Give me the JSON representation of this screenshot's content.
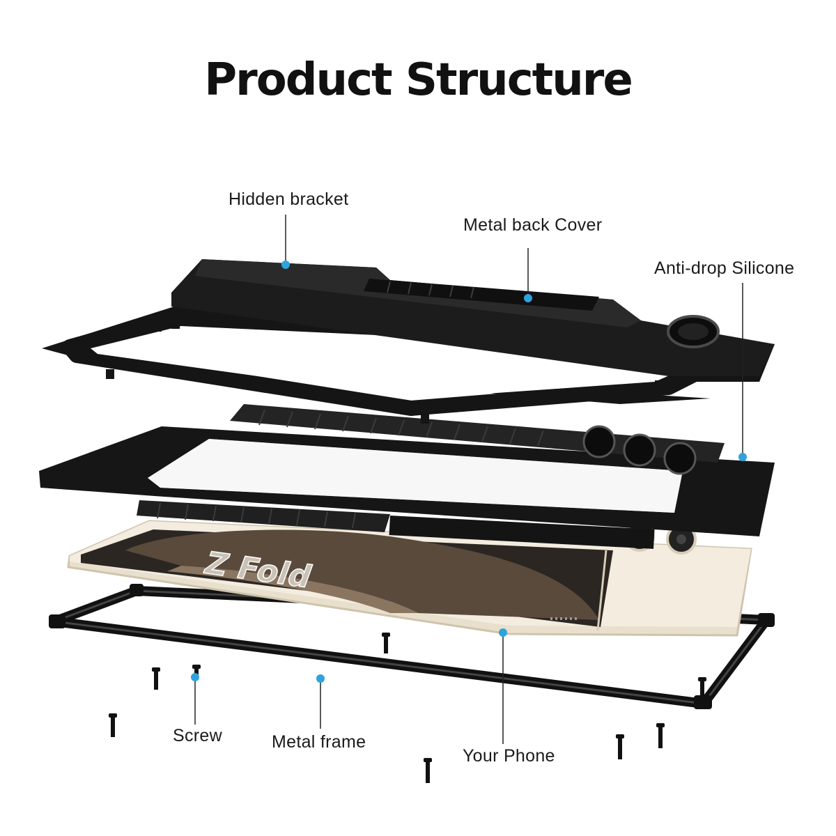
{
  "title": "Product Structure",
  "phone_text": "Z Fold",
  "accent_color": "#2ea3dc",
  "case_color": "#111111",
  "phone_color": "#efe6d6",
  "labels": {
    "hidden_bracket": "Hidden bracket",
    "metal_back_cover": "Metal back Cover",
    "anti_drop_silicone": "Anti-drop Silicone",
    "screw": "Screw",
    "metal_frame": "Metal frame",
    "your_phone": "Your Phone"
  }
}
